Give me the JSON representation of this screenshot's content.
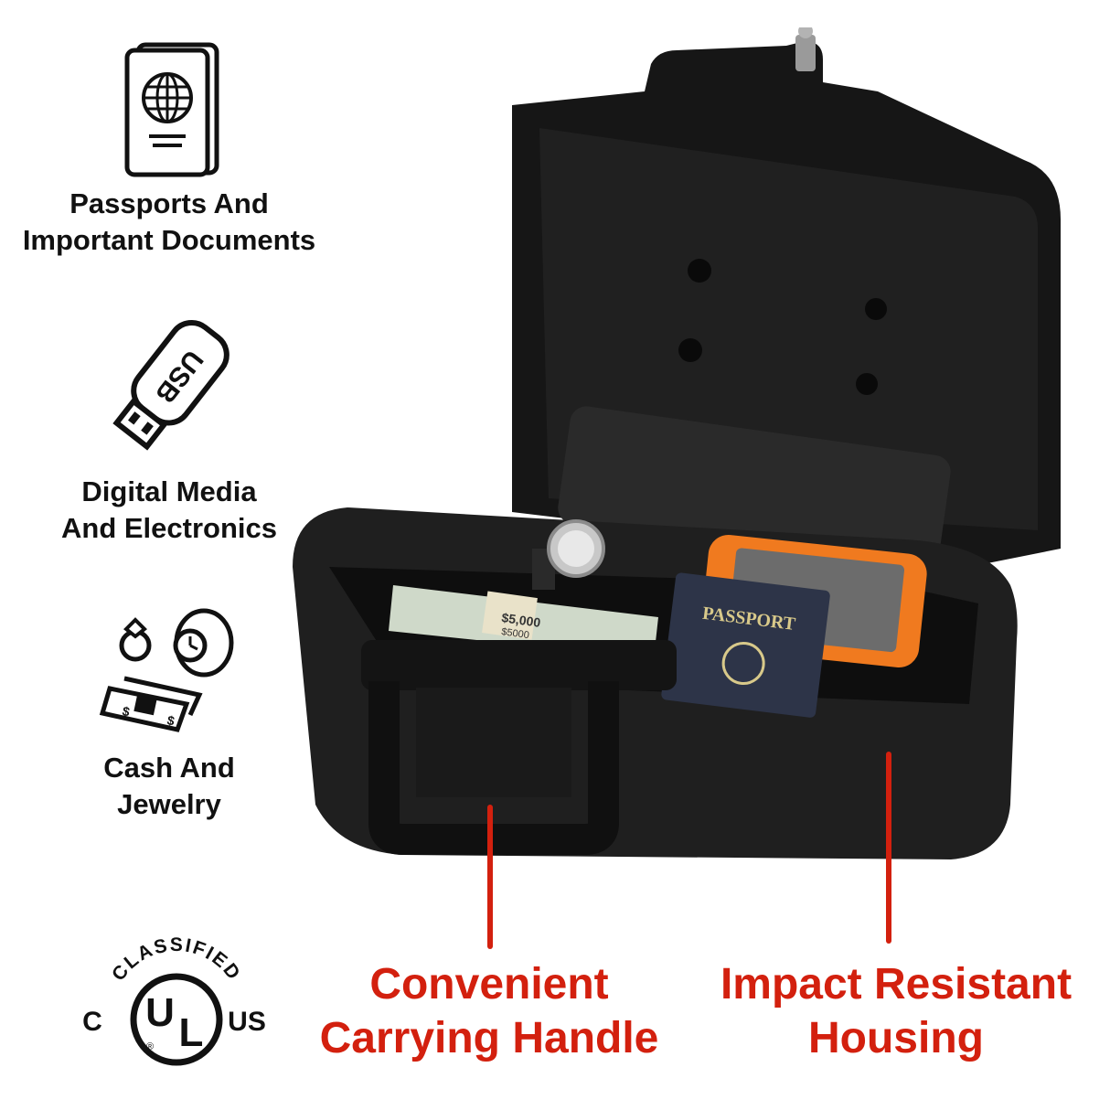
{
  "features": [
    {
      "icon": "passport-icon",
      "line1": "Passports And",
      "line2": "Important Documents"
    },
    {
      "icon": "usb-drive-icon",
      "line1": "Digital Media",
      "line2": "And Electronics"
    },
    {
      "icon": "cash-jewelry-icon",
      "line1": "Cash And",
      "line2": "Jewelry"
    }
  ],
  "certification": {
    "top_arc": "CLASSIFIED",
    "left": "C",
    "right": "US",
    "mark": "UL"
  },
  "product_labels": {
    "passport": "PASSPORT",
    "banknote": "$5,000",
    "money_band": "$5000"
  },
  "callouts": {
    "handle": {
      "line1": "Convenient",
      "line2": "Carrying Handle"
    },
    "housing": {
      "line1": "Impact Resistant",
      "line2": "Housing"
    }
  },
  "colors": {
    "callout": "#d3200e",
    "case": "#1c1c1c",
    "drive": "#f07a1f"
  }
}
